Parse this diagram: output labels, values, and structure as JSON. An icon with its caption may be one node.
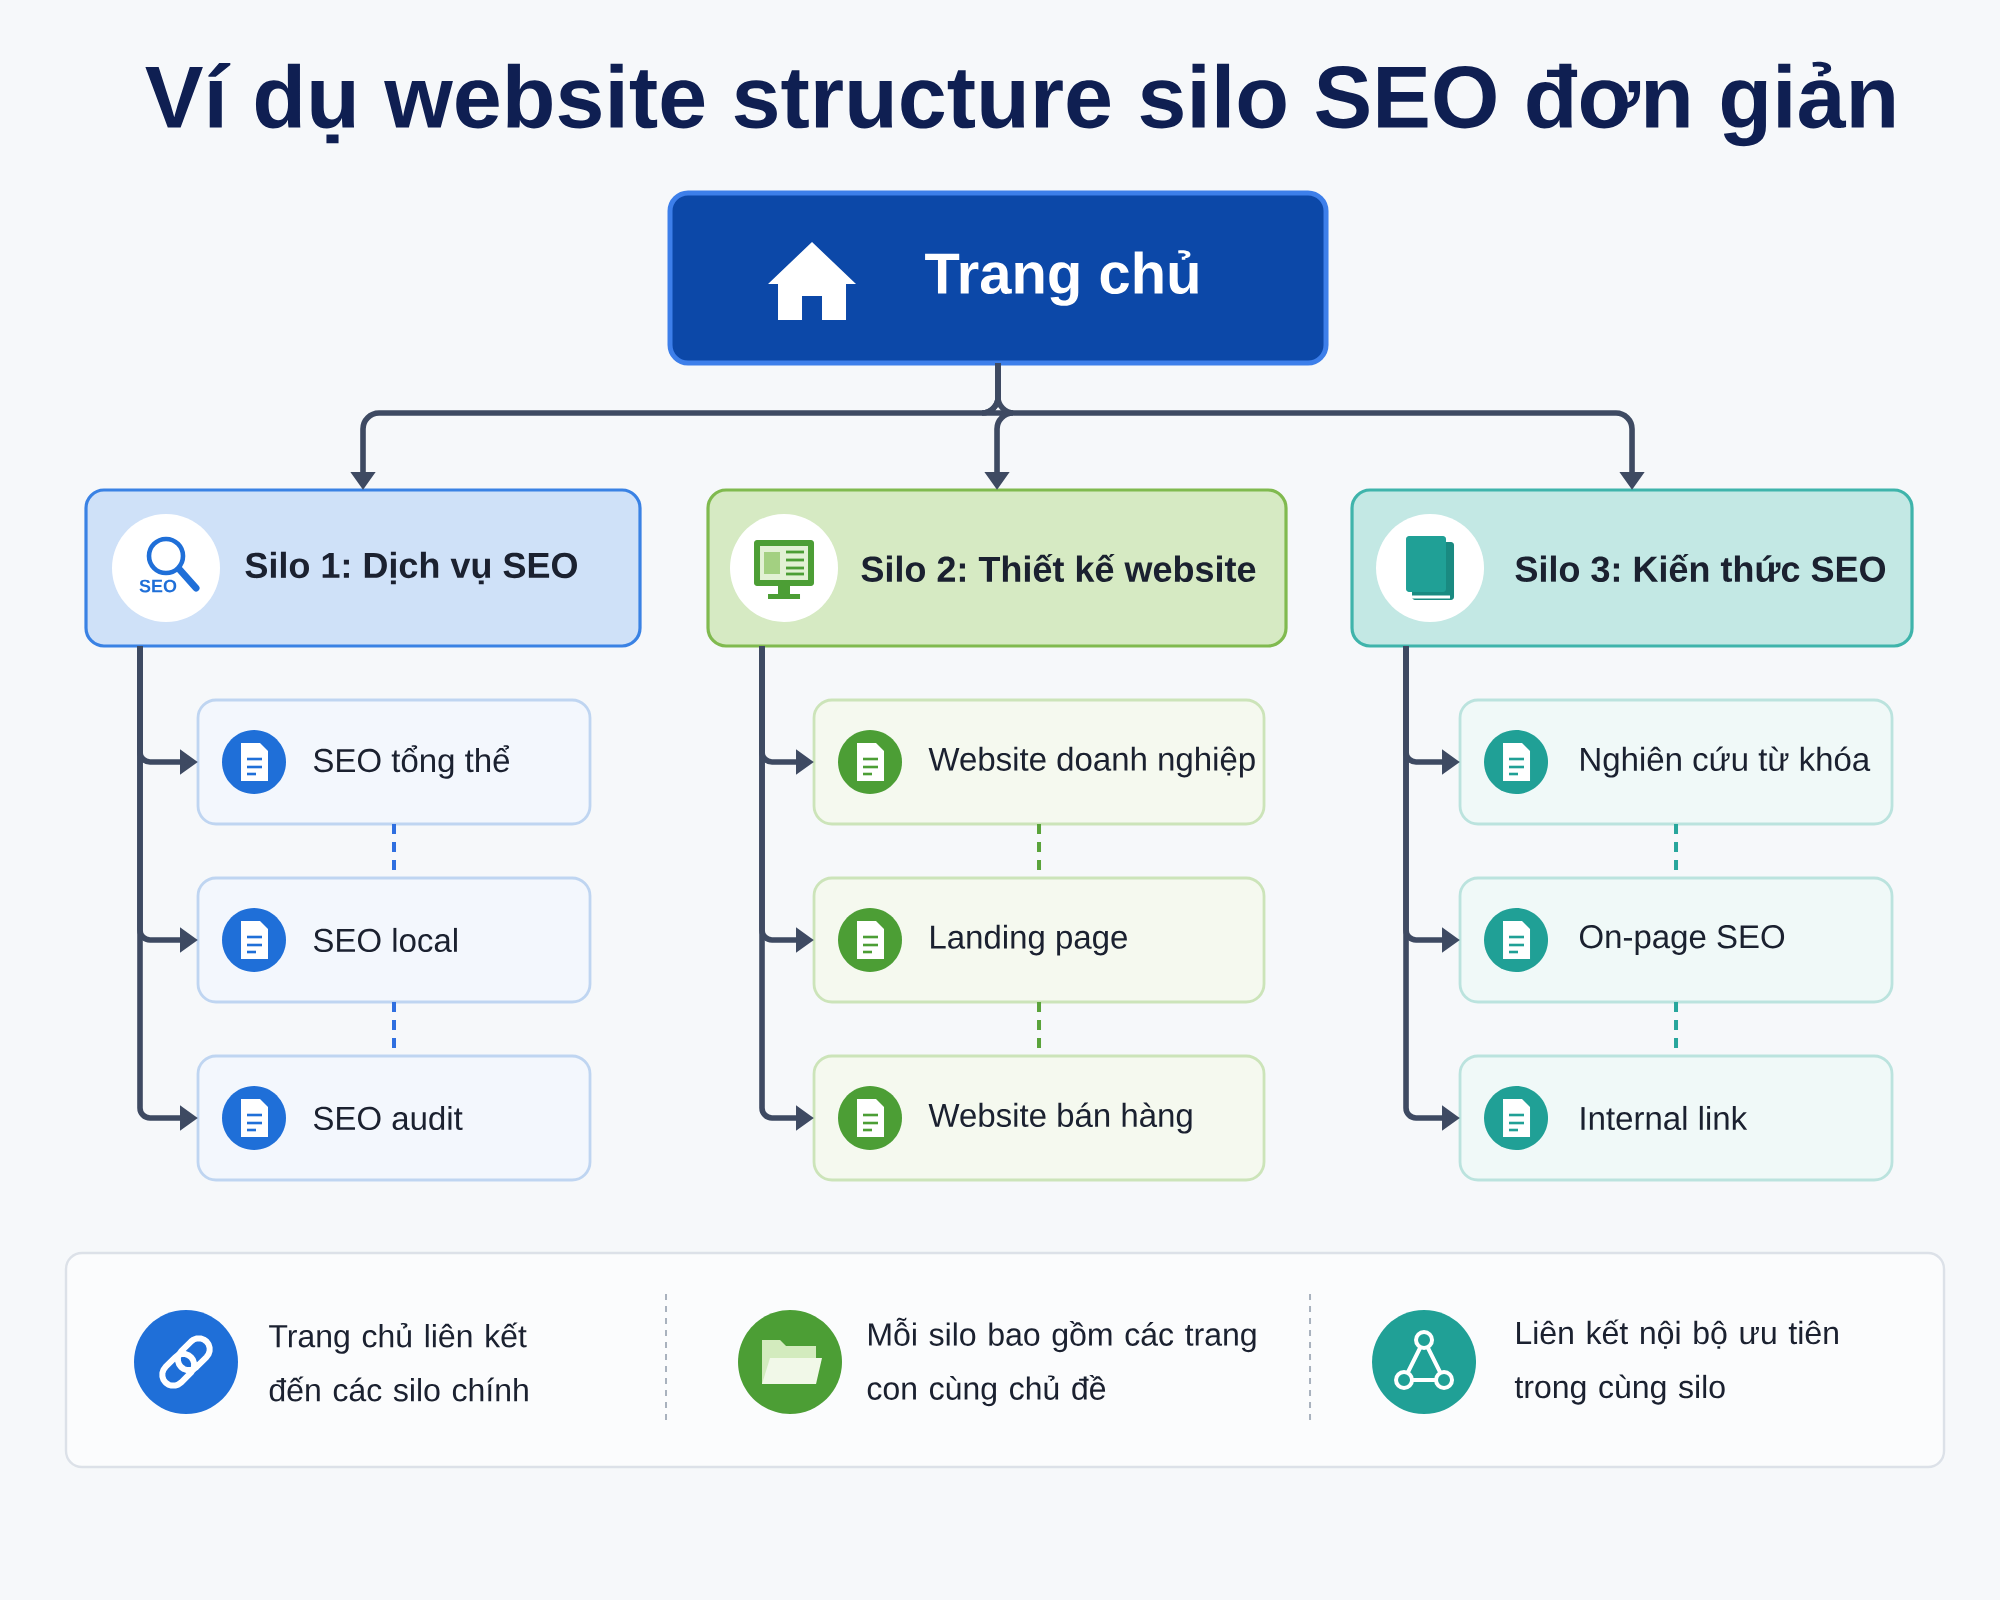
{
  "diagram": {
    "title": "Ví dụ website structure silo SEO đơn giản",
    "nodes": [
      {
        "text": [
          "Trang chủ"
        ]
      },
      {
        "text": [
          "Silo 1: Dịch vụ SEO"
        ]
      },
      {
        "text": [
          "Silo 2: Thiết kế website"
        ]
      },
      {
        "text": [
          "Silo 3: Kiến thức SEO"
        ]
      },
      {
        "text": [
          "SEO tổng thể"
        ]
      },
      {
        "text": [
          "SEO local"
        ]
      },
      {
        "text": [
          "SEO audit"
        ]
      },
      {
        "text": [
          "Website doanh nghiệp"
        ]
      },
      {
        "text": [
          "Landing page"
        ]
      },
      {
        "text": [
          "Website bán hàng"
        ]
      },
      {
        "text": [
          "Nghiên cứu từ khóa"
        ]
      },
      {
        "text": [
          "On-page SEO"
        ]
      },
      {
        "text": [
          "Internal link"
        ]
      },
      {
        "text": [
          "Trang chủ liên kết đến các silo chính",
          "Mỗi silo bao gồm các trang con cùng chủ đề",
          "Liên kết nội bộ ưu tiên trong cùng silo"
        ]
      }
    ],
    "edges": [
      {
        "from": 0,
        "to": 1,
        "arrow": "to"
      },
      {
        "from": 0,
        "to": 2,
        "arrow": "to"
      },
      {
        "from": 0,
        "to": 3,
        "arrow": "to"
      },
      {
        "from": 1,
        "to": 4,
        "arrow": "to"
      },
      {
        "from": 1,
        "to": 5,
        "arrow": "to"
      },
      {
        "from": 1,
        "to": 6,
        "arrow": "to"
      },
      {
        "from": 2,
        "to": 7,
        "arrow": "to"
      },
      {
        "from": 2,
        "to": 8,
        "arrow": "to"
      },
      {
        "from": 2,
        "to": 9,
        "arrow": "to"
      },
      {
        "from": 3,
        "to": 10,
        "arrow": "to"
      },
      {
        "from": 3,
        "to": 11,
        "arrow": "to"
      },
      {
        "from": 3,
        "to": 12,
        "arrow": "to"
      },
      {
        "from": 4,
        "to": 5,
        "arrow": "none",
        "style": "dashed",
        "color": "#2f6fe0"
      },
      {
        "from": 5,
        "to": 6,
        "arrow": "none",
        "style": "dashed",
        "color": "#2f6fe0"
      },
      {
        "from": 7,
        "to": 8,
        "arrow": "none",
        "style": "dashed",
        "color": "#5aa33a"
      },
      {
        "from": 8,
        "to": 9,
        "arrow": "none",
        "style": "dashed",
        "color": "#5aa33a"
      },
      {
        "from": 10,
        "to": 11,
        "arrow": "none",
        "style": "dashed",
        "color": "#27a69c"
      },
      {
        "from": 11,
        "to": 12,
        "arrow": "none",
        "style": "dashed",
        "color": "#27a69c"
      }
    ],
    "labels": [
      "SEO"
    ]
  }
}
